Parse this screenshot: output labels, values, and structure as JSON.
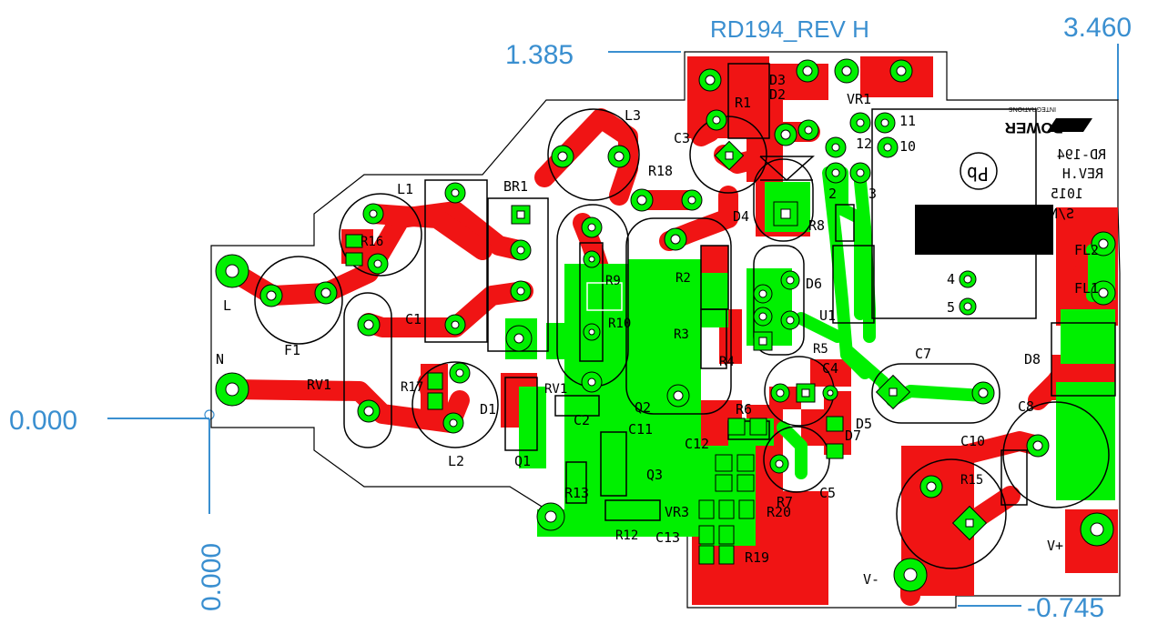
{
  "board": {
    "title": "RD194_REV  H",
    "dimensions": {
      "left_x": "1.385",
      "right_x": "3.460",
      "origin_x": "0.000",
      "origin_y": "0.000",
      "bottom_y": "-0.745"
    },
    "silkscreen": {
      "block_lines": [
        "RD-194",
        "REV.H",
        "1015",
        "S/N"
      ],
      "logo_text": "POWER",
      "logo_sub": "INTEGRATIONS",
      "pb_mark": "Pb"
    },
    "refdes": {
      "L": "L",
      "N": "N",
      "F1": "F1",
      "RV1": "RV1",
      "L1": "L1",
      "R16": "R16",
      "C1": "C1",
      "R17": "R17",
      "D1": "D1",
      "L2": "L2",
      "BR1": "BR1",
      "L3": "L3",
      "R18": "R18",
      "C3": "C3",
      "R1": "R1",
      "D3": "D3",
      "D2": "D2",
      "VR1": "VR1",
      "D4": "D4",
      "R8": "R8",
      "R9": "R9",
      "R10": "R10",
      "R2": "R2",
      "R3": "R3",
      "R4": "R4",
      "D6": "D6",
      "U1": "U1",
      "R5": "R5",
      "C4": "C4",
      "C7": "C7",
      "RV1b": "RV1",
      "Q2": "Q2",
      "C2": "C2",
      "C11": "C11",
      "R6": "R6",
      "D5": "D5",
      "D7": "D7",
      "C12": "C12",
      "Q1": "Q1",
      "Q3": "Q3",
      "R13": "R13",
      "R7": "R7",
      "C5": "C5",
      "VR3": "VR3",
      "R20": "R20",
      "R12": "R12",
      "C13": "C13",
      "R19": "R19",
      "D8": "D8",
      "C8": "C8",
      "C10": "C10",
      "R15": "R15",
      "FL2": "FL2",
      "FL1": "FL1",
      "Vminus": "V-",
      "Vplus": "V+"
    },
    "pin_numbers": [
      "11",
      "12",
      "10",
      "2",
      "3",
      "4",
      "5"
    ],
    "colors": {
      "top_copper": "#f01414",
      "bottom_copper": "#00f000",
      "dimension": "#3a8fd0",
      "silkscreen": "#000000"
    }
  }
}
